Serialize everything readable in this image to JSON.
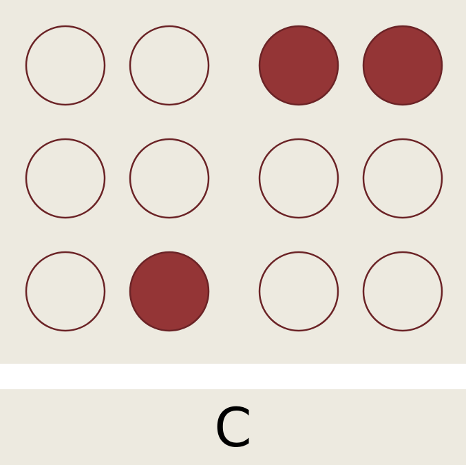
{
  "braille": {
    "letter": "C",
    "cells": [
      {
        "name": "left-cell",
        "dots": [
          {
            "dot": 1,
            "raised": false
          },
          {
            "dot": 4,
            "raised": false
          },
          {
            "dot": 2,
            "raised": false
          },
          {
            "dot": 5,
            "raised": false
          },
          {
            "dot": 3,
            "raised": false
          },
          {
            "dot": 6,
            "raised": true
          }
        ]
      },
      {
        "name": "right-cell",
        "dots": [
          {
            "dot": 1,
            "raised": true
          },
          {
            "dot": 4,
            "raised": true
          },
          {
            "dot": 2,
            "raised": false
          },
          {
            "dot": 5,
            "raised": false
          },
          {
            "dot": 3,
            "raised": false
          },
          {
            "dot": 6,
            "raised": false
          }
        ]
      }
    ]
  },
  "colors": {
    "panel_background": "#edeae0",
    "page_background": "#ffffff",
    "dot_outline": "#6b2326",
    "dot_fill": "#943536",
    "letter": "#000000"
  }
}
